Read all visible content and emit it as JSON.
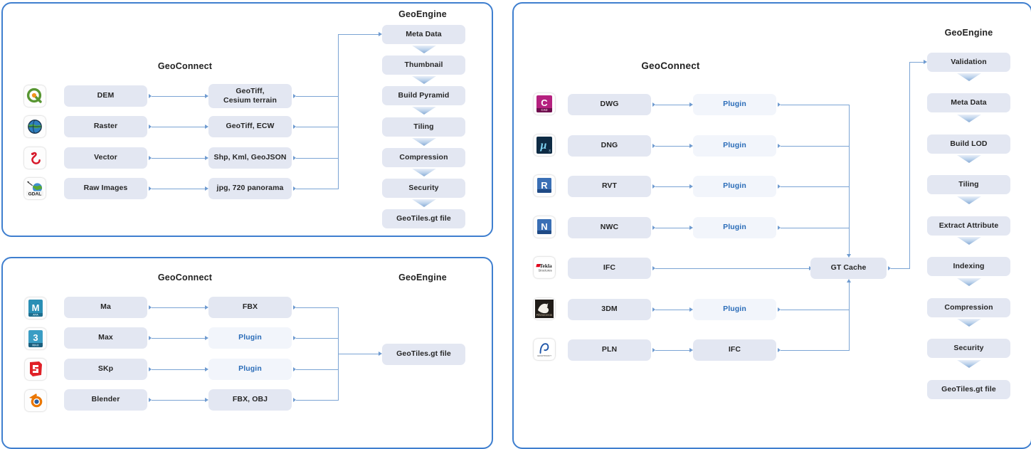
{
  "panels": {
    "geo_raster": {
      "headers": {
        "connect": "GeoConnect",
        "engine": "GeoEngine"
      },
      "sources": [
        {
          "icon": "qgis-icon",
          "input": "DEM",
          "format": "GeoTiff,\nCesium terrain"
        },
        {
          "icon": "globalmapper-icon",
          "input": "Raster",
          "format": "GeoTiff, ECW"
        },
        {
          "icon": "fme-icon",
          "input": "Vector",
          "format": "Shp, Kml, GeoJSON"
        },
        {
          "icon": "gdal-icon",
          "input": "Raw Images",
          "format": "jpg, 720 panorama"
        }
      ],
      "pipeline": [
        "Meta Data",
        "Thumbnail",
        "Build Pyramid",
        "Tiling",
        "Compression",
        "Security",
        "GeoTiles.gt file"
      ]
    },
    "mesh": {
      "headers": {
        "connect": "GeoConnect",
        "engine": "GeoEngine"
      },
      "sources": [
        {
          "icon": "maya-icon",
          "input": "Ma",
          "format": "FBX",
          "plugin": false
        },
        {
          "icon": "3dsmax-icon",
          "input": "Max",
          "format": "Plugin",
          "plugin": true
        },
        {
          "icon": "sketchup-icon",
          "input": "SKp",
          "format": "Plugin",
          "plugin": true
        },
        {
          "icon": "blender-icon",
          "input": "Blender",
          "format": "FBX, OBJ",
          "plugin": false
        }
      ],
      "output": "GeoTiles.gt file"
    },
    "bim": {
      "headers": {
        "connect": "GeoConnect",
        "engine": "GeoEngine"
      },
      "sources": [
        {
          "icon": "autocad-icon",
          "input": "DWG",
          "format": "Plugin",
          "plugin": true,
          "direct": false
        },
        {
          "icon": "microstation-icon",
          "input": "DNG",
          "format": "Plugin",
          "plugin": true,
          "direct": false
        },
        {
          "icon": "revit-icon",
          "input": "RVT",
          "format": "Plugin",
          "plugin": true,
          "direct": false
        },
        {
          "icon": "navisworks-icon",
          "input": "NWC",
          "format": "Plugin",
          "plugin": true,
          "direct": false
        },
        {
          "icon": "tekla-icon",
          "input": "IFC",
          "format": "",
          "plugin": false,
          "direct": true
        },
        {
          "icon": "rhino-icon",
          "input": "3DM",
          "format": "Plugin",
          "plugin": true,
          "direct": false
        },
        {
          "icon": "archicad-icon",
          "input": "PLN",
          "format": "IFC",
          "plugin": false,
          "direct": false
        }
      ],
      "cache": "GT Cache",
      "pipeline": [
        "Validation",
        "Meta Data",
        "Build LOD",
        "Tiling",
        "Extract Attribute",
        "Indexing",
        "Compression",
        "Security",
        "GeoTiles.gt file"
      ]
    }
  },
  "colors": {
    "panel_border": "#3f7fcf",
    "node_bg": "#e3e7f2",
    "plugin_bg": "#f2f5fb",
    "plugin_text": "#2a6cb8",
    "connector": "#7ba4d4",
    "text": "#262626"
  }
}
